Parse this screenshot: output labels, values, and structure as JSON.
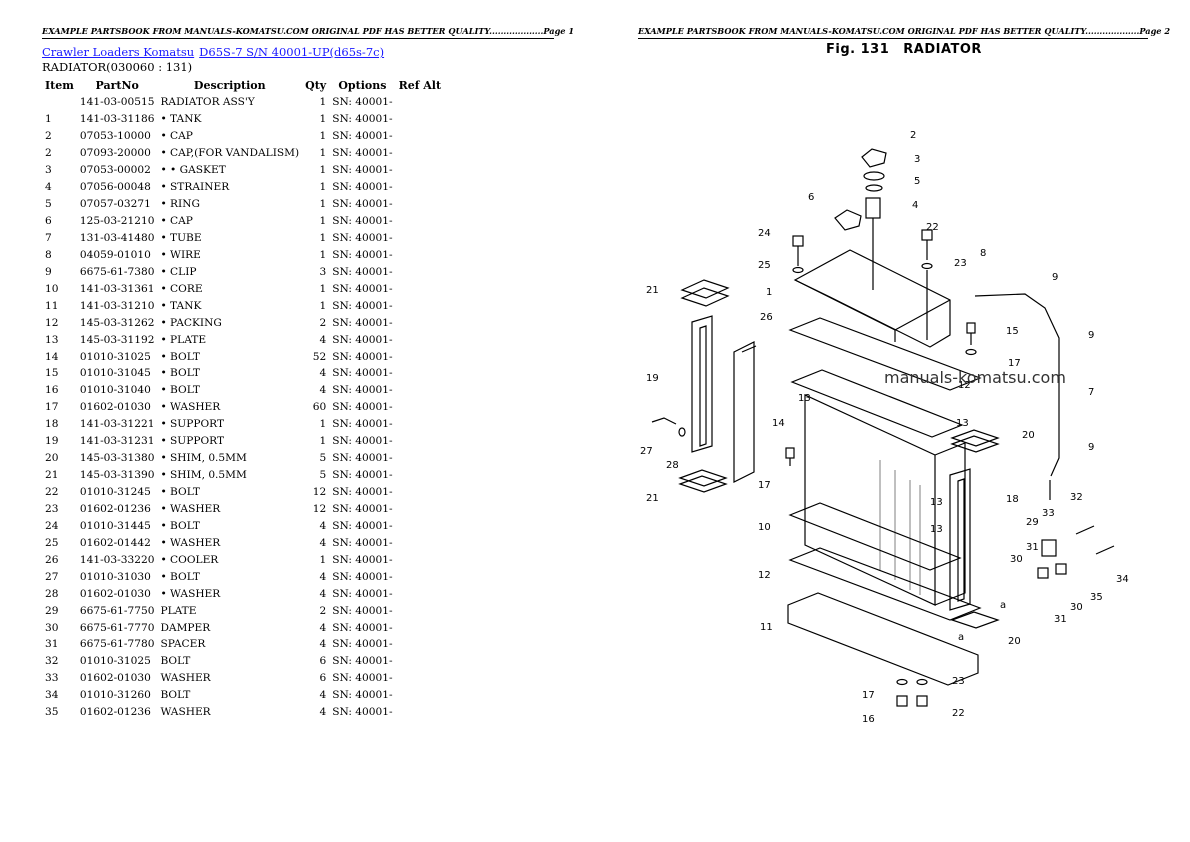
{
  "header": {
    "page1": "EXAMPLE PARTSBOOK FROM MANUALS-KOMATSU.COM ORIGINAL PDF HAS BETTER QUALITY...................Page 1",
    "page2": "EXAMPLE PARTSBOOK FROM MANUALS-KOMATSU.COM ORIGINAL PDF HAS BETTER QUALITY...................Page 2"
  },
  "breadcrumb": {
    "link1": "Crawler Loaders Komatsu",
    "link2": "D65S-7 S/N 40001-UP(d65s-7c)"
  },
  "section": "RADIATOR(030060 : 131)",
  "table": {
    "columns": [
      "Item",
      "PartNo",
      "Description",
      "Qty",
      "Options",
      "Ref Alt"
    ],
    "rows": [
      [
        "",
        "141-03-00515",
        "RADIATOR ASS'Y",
        "1",
        "SN: 40001-",
        ""
      ],
      [
        "1",
        "141-03-31186",
        "• TANK",
        "1",
        "SN: 40001-",
        ""
      ],
      [
        "2",
        "07053-10000",
        "• CAP",
        "1",
        "SN: 40001-",
        ""
      ],
      [
        "2",
        "07093-20000",
        "• CAP,(FOR VANDALISM)",
        "1",
        "SN: 40001-",
        ""
      ],
      [
        "3",
        "07053-00002",
        "• • GASKET",
        "1",
        "SN: 40001-",
        ""
      ],
      [
        "4",
        "07056-00048",
        "• STRAINER",
        "1",
        "SN: 40001-",
        ""
      ],
      [
        "5",
        "07057-03271",
        "• RING",
        "1",
        "SN: 40001-",
        ""
      ],
      [
        "6",
        "125-03-21210",
        "• CAP",
        "1",
        "SN: 40001-",
        ""
      ],
      [
        "7",
        "131-03-41480",
        "• TUBE",
        "1",
        "SN: 40001-",
        ""
      ],
      [
        "8",
        "04059-01010",
        "• WIRE",
        "1",
        "SN: 40001-",
        ""
      ],
      [
        "9",
        "6675-61-7380",
        "• CLIP",
        "3",
        "SN: 40001-",
        ""
      ],
      [
        "10",
        "141-03-31361",
        "• CORE",
        "1",
        "SN: 40001-",
        ""
      ],
      [
        "11",
        "141-03-31210",
        "• TANK",
        "1",
        "SN: 40001-",
        ""
      ],
      [
        "12",
        "145-03-31262",
        "• PACKING",
        "2",
        "SN: 40001-",
        ""
      ],
      [
        "13",
        "145-03-31192",
        "• PLATE",
        "4",
        "SN: 40001-",
        ""
      ],
      [
        "14",
        "01010-31025",
        "• BOLT",
        "52",
        "SN: 40001-",
        ""
      ],
      [
        "15",
        "01010-31045",
        "• BOLT",
        "4",
        "SN: 40001-",
        ""
      ],
      [
        "16",
        "01010-31040",
        "• BOLT",
        "4",
        "SN: 40001-",
        ""
      ],
      [
        "17",
        "01602-01030",
        "• WASHER",
        "60",
        "SN: 40001-",
        ""
      ],
      [
        "18",
        "141-03-31221",
        "• SUPPORT",
        "1",
        "SN: 40001-",
        ""
      ],
      [
        "19",
        "141-03-31231",
        "• SUPPORT",
        "1",
        "SN: 40001-",
        ""
      ],
      [
        "20",
        "145-03-31380",
        "• SHIM, 0.5MM",
        "5",
        "SN: 40001-",
        ""
      ],
      [
        "21",
        "145-03-31390",
        "• SHIM, 0.5MM",
        "5",
        "SN: 40001-",
        ""
      ],
      [
        "22",
        "01010-31245",
        "• BOLT",
        "12",
        "SN: 40001-",
        ""
      ],
      [
        "23",
        "01602-01236",
        "• WASHER",
        "12",
        "SN: 40001-",
        ""
      ],
      [
        "24",
        "01010-31445",
        "• BOLT",
        "4",
        "SN: 40001-",
        ""
      ],
      [
        "25",
        "01602-01442",
        "• WASHER",
        "4",
        "SN: 40001-",
        ""
      ],
      [
        "26",
        "141-03-33220",
        "• COOLER",
        "1",
        "SN: 40001-",
        ""
      ],
      [
        "27",
        "01010-31030",
        "• BOLT",
        "4",
        "SN: 40001-",
        ""
      ],
      [
        "28",
        "01602-01030",
        "• WASHER",
        "4",
        "SN: 40001-",
        ""
      ],
      [
        "29",
        "6675-61-7750",
        "PLATE",
        "2",
        "SN: 40001-",
        ""
      ],
      [
        "30",
        "6675-61-7770",
        "DAMPER",
        "4",
        "SN: 40001-",
        ""
      ],
      [
        "31",
        "6675-61-7780",
        "SPACER",
        "4",
        "SN: 40001-",
        ""
      ],
      [
        "32",
        "01010-31025",
        "BOLT",
        "6",
        "SN: 40001-",
        ""
      ],
      [
        "33",
        "01602-01030",
        "WASHER",
        "6",
        "SN: 40001-",
        ""
      ],
      [
        "34",
        "01010-31260",
        "BOLT",
        "4",
        "SN: 40001-",
        ""
      ],
      [
        "35",
        "01602-01236",
        "WASHER",
        "4",
        "SN: 40001-",
        ""
      ]
    ]
  },
  "figure": {
    "number": "Fig. 131",
    "name": "RADIATOR",
    "watermark": "manuals-komatsu.com",
    "callouts": [
      {
        "label": "2"
      },
      {
        "label": "3"
      },
      {
        "label": "5"
      },
      {
        "label": "4"
      },
      {
        "label": "6"
      },
      {
        "label": "24"
      },
      {
        "label": "22"
      },
      {
        "label": "25"
      },
      {
        "label": "23"
      },
      {
        "label": "8"
      },
      {
        "label": "9"
      },
      {
        "label": "21"
      },
      {
        "label": "1"
      },
      {
        "label": "26"
      },
      {
        "label": "15"
      },
      {
        "label": "9"
      },
      {
        "label": "17"
      },
      {
        "label": "12"
      },
      {
        "label": "19"
      },
      {
        "label": "7"
      },
      {
        "label": "13"
      },
      {
        "label": "13"
      },
      {
        "label": "20"
      },
      {
        "label": "14"
      },
      {
        "label": "27"
      },
      {
        "label": "28"
      },
      {
        "label": "9"
      },
      {
        "label": "17"
      },
      {
        "label": "21"
      },
      {
        "label": "13"
      },
      {
        "label": "18"
      },
      {
        "label": "32"
      },
      {
        "label": "13"
      },
      {
        "label": "10"
      },
      {
        "label": "33"
      },
      {
        "label": "29"
      },
      {
        "label": "31"
      },
      {
        "label": "30"
      },
      {
        "label": "34"
      },
      {
        "label": "12"
      },
      {
        "label": "35"
      },
      {
        "label": "30"
      },
      {
        "label": "a"
      },
      {
        "label": "31"
      },
      {
        "label": "11"
      },
      {
        "label": "20"
      },
      {
        "label": "a"
      },
      {
        "label": "17"
      },
      {
        "label": "23"
      },
      {
        "label": "16"
      },
      {
        "label": "22"
      }
    ]
  }
}
